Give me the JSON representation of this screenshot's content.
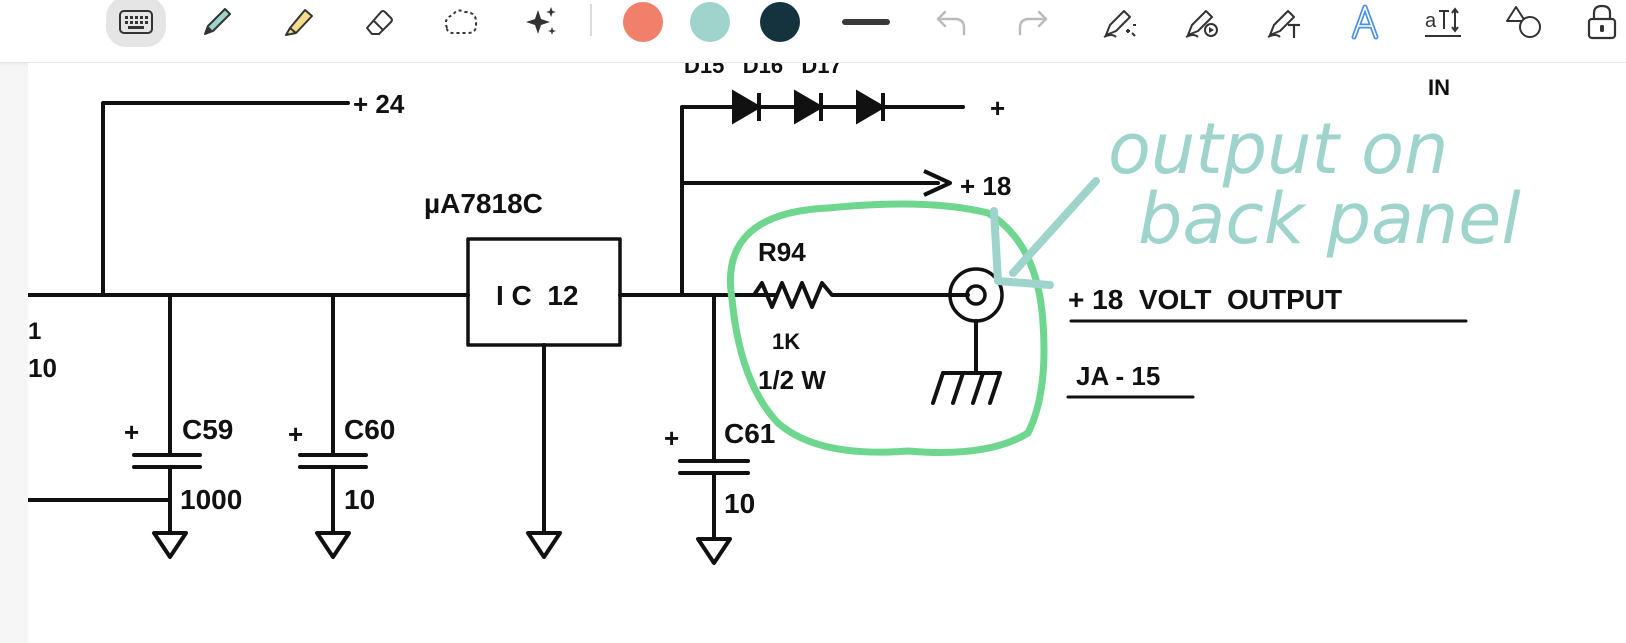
{
  "toolbar": {
    "tools": [
      {
        "id": "keyboard",
        "icon": "keyboard-icon",
        "active": true
      },
      {
        "id": "pen",
        "icon": "pen-icon"
      },
      {
        "id": "highlighter",
        "icon": "highlighter-icon"
      },
      {
        "id": "eraser",
        "icon": "eraser-icon"
      },
      {
        "id": "lasso",
        "icon": "lasso-icon"
      },
      {
        "id": "magic",
        "icon": "sparkle-icon"
      }
    ],
    "swatches": [
      {
        "id": "coral",
        "color": "#f0806a"
      },
      {
        "id": "mint",
        "color": "#9fd4cc"
      },
      {
        "id": "navy",
        "color": "#14333f"
      }
    ],
    "right_tools": [
      {
        "id": "stroke-width",
        "icon": "stroke-width-icon"
      },
      {
        "id": "undo",
        "icon": "undo-icon"
      },
      {
        "id": "redo",
        "icon": "redo-icon"
      },
      {
        "id": "magic-pen",
        "icon": "magic-pen-icon"
      },
      {
        "id": "replay-pen",
        "icon": "replay-pen-icon"
      },
      {
        "id": "ink-to-text",
        "icon": "ink-to-text-icon"
      },
      {
        "id": "ink-to-text-highlight",
        "icon": "ink-to-text-highlight-icon"
      },
      {
        "id": "text-resize",
        "icon": "text-resize-icon"
      },
      {
        "id": "shapes",
        "icon": "shapes-icon"
      },
      {
        "id": "lock",
        "icon": "lock-icon"
      }
    ]
  },
  "schematic": {
    "labels": {
      "plus24": "+ 24",
      "diodes": "D15   D16   D17",
      "plus_top": "+",
      "in": "IN",
      "plus18": "+ 18",
      "regulator": "µA7818C",
      "ic": "I C  12",
      "r94": "R94",
      "r94_value": "1K",
      "r94_power": "1/2 W",
      "output": "+ 18  VOLT  OUTPUT",
      "jack": "JA - 15",
      "c59": "C59",
      "c59_value": "1000",
      "c60": "C60",
      "c60_value": "10",
      "c61": "C61",
      "c61_value": "10",
      "left_digit": "1",
      "left_value": "10",
      "cap_plus": "+"
    }
  },
  "annotation": {
    "line1": "output on",
    "line2": "back panel",
    "ink_color": "#9fd4cc",
    "circle_color": "#6fd68f"
  }
}
